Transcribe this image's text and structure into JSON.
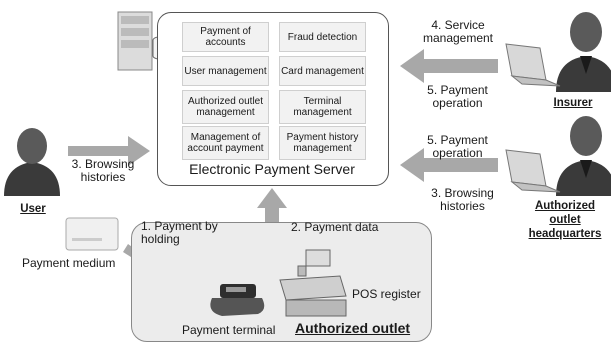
{
  "server": {
    "title": "Electronic Payment Server",
    "functions": [
      "Payment of accounts",
      "Fraud detection",
      "User management",
      "Card management",
      "Authorized outlet management",
      "Terminal management",
      "Management of account payment",
      "Payment history management"
    ]
  },
  "actors": {
    "user": "User",
    "insurer": "Insurer",
    "headquarters": "Authorized outlet headquarters"
  },
  "flows": {
    "service_management": "4. Service management",
    "payment_operation_insurer": "5. Payment operation",
    "payment_operation_hq": "5. Payment operation",
    "browsing_hq": "3. Browsing histories",
    "browsing_user": "3. Browsing histories",
    "payment_by_holding": "1. Payment by holding",
    "payment_data": "2. Payment data"
  },
  "outlet": {
    "title": "Authorized outlet",
    "payment_terminal": "Payment terminal",
    "pos_register": "POS register"
  },
  "payment_medium": "Payment medium"
}
